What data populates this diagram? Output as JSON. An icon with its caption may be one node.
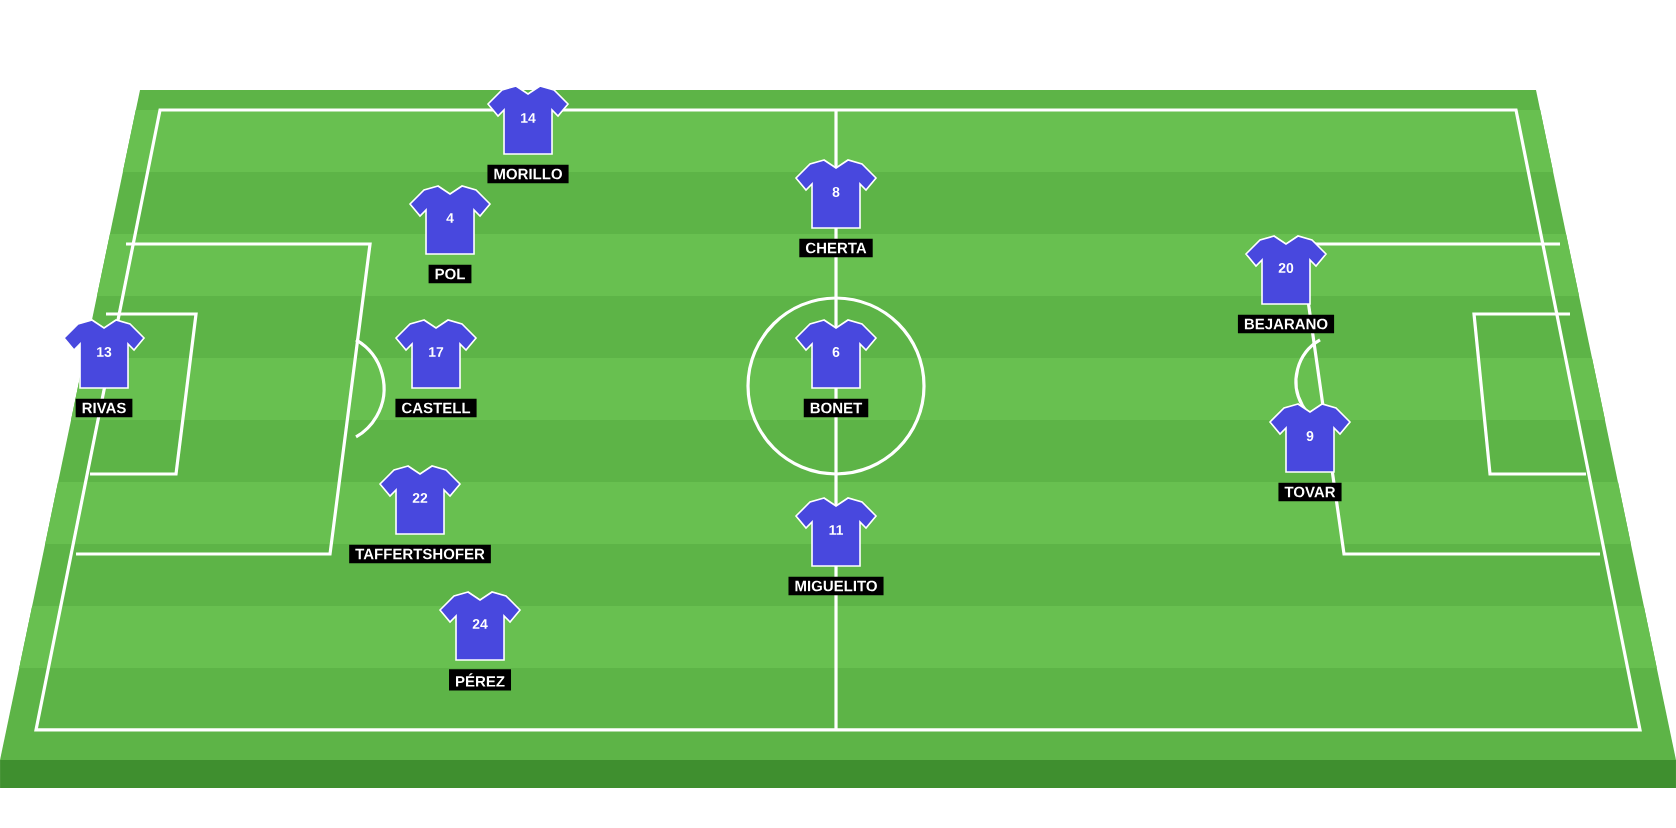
{
  "diagram": {
    "nodes": [
      {
        "text": [
          "14",
          "MORILLO"
        ]
      },
      {
        "text": [
          "4",
          "POL"
        ]
      },
      {
        "text": [
          "8",
          "CHERTA"
        ]
      },
      {
        "text": [
          "20",
          "BEJARANO"
        ]
      },
      {
        "text": [
          "13",
          "RIVAS"
        ]
      },
      {
        "text": [
          "17",
          "CASTELL"
        ]
      },
      {
        "text": [
          "6",
          "BONET"
        ]
      },
      {
        "text": [
          "9",
          "TOVAR"
        ]
      },
      {
        "text": [
          "22",
          "TAFFERTSHOFER"
        ]
      },
      {
        "text": [
          "11",
          "MIGUELITO"
        ]
      },
      {
        "text": [
          "24",
          "PÉREZ"
        ]
      }
    ]
  }
}
